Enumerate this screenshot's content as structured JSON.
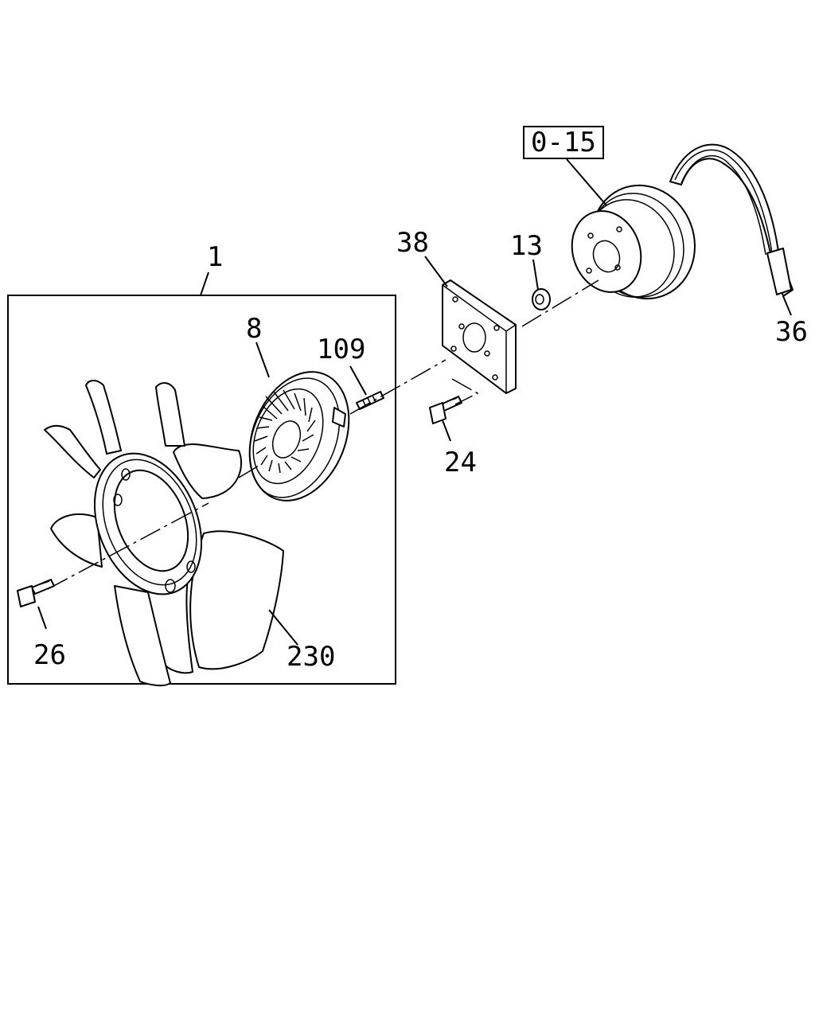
{
  "callouts": {
    "assembly": "1",
    "clutch": "8",
    "stud": "109",
    "spacer": "38",
    "washer": "13",
    "pulley_ref": "0-15",
    "belt": "36",
    "bolt_spacer": "24",
    "bolt_fan": "26",
    "fan": "230"
  },
  "colors": {
    "line": "#000000",
    "background": "#ffffff"
  }
}
